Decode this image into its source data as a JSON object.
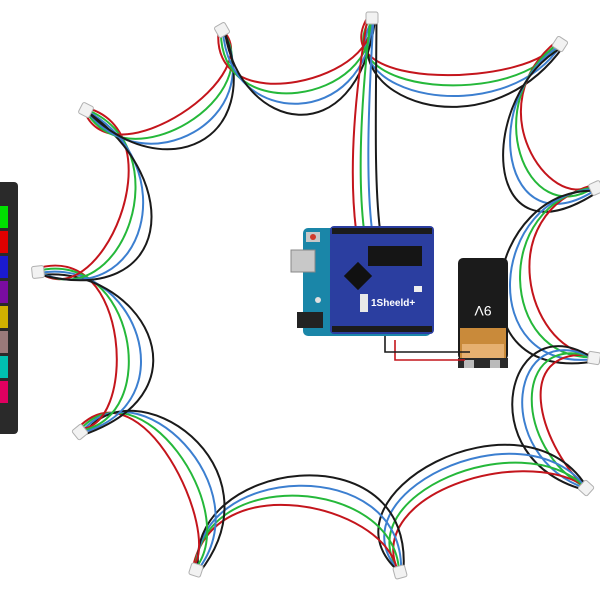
{
  "board": {
    "shield_label": "1Sheeld+"
  },
  "battery": {
    "label": "9V"
  },
  "wire_colors": {
    "red": "#c4151c",
    "green": "#25b83a",
    "blue": "#3c7fd0",
    "black": "#1a1a1a"
  },
  "palette": {
    "swatches": [
      "#00e000",
      "#e00000",
      "#1a1ad0",
      "#7a0ca0",
      "#d0b000",
      "#9a7a7a",
      "#00c0b0",
      "#e00060"
    ]
  },
  "leds": [
    {
      "id": "led-1"
    },
    {
      "id": "led-2"
    },
    {
      "id": "led-3"
    },
    {
      "id": "led-4"
    },
    {
      "id": "led-5"
    },
    {
      "id": "led-6"
    },
    {
      "id": "led-7"
    },
    {
      "id": "led-8"
    },
    {
      "id": "led-9"
    },
    {
      "id": "led-10"
    }
  ]
}
